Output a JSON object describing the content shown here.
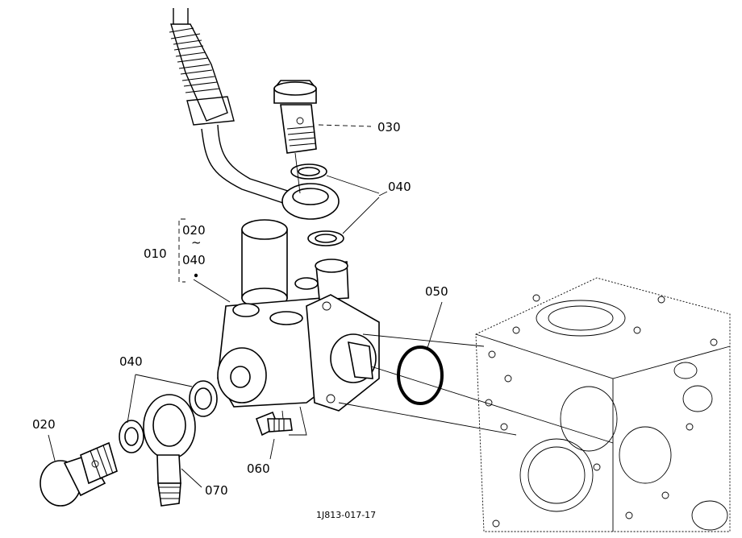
{
  "callouts": {
    "c010": "010",
    "c020_top": "020",
    "c_tilde": "~",
    "c040_top": "040",
    "c020": "020",
    "c030": "030",
    "c040_upper": "040",
    "c040_lower": "040",
    "c050": "050",
    "c060": "060",
    "c070": "070"
  },
  "drawing_number": "1J813-017-17",
  "colors": {
    "ink": "#000000",
    "paper": "#ffffff"
  }
}
